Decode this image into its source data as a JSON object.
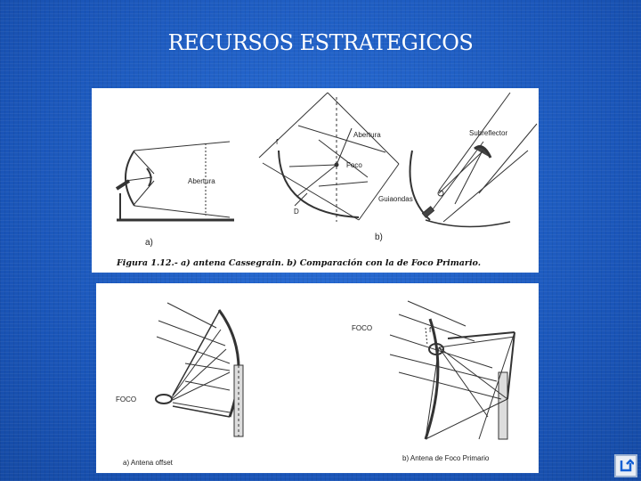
{
  "slide": {
    "title": "RECURSOS ESTRATEGICOS"
  },
  "figure_top": {
    "labels": {
      "abertura_left": "Abertura",
      "abertura_right": "Abertura",
      "foco": "Foco",
      "f": "f",
      "d": "D",
      "subreflector": "Subreflector",
      "guiaondas": "Guiaondas",
      "part_a": "a)",
      "part_b": "b)"
    },
    "caption": "Figura 1.12.- a) antena Cassegrain. b) Comparación con la de Foco Primario."
  },
  "figure_bottom": {
    "labels": {
      "foco_left": "FOCO",
      "foco_right": "FOCO",
      "f": "f",
      "caption_a": "a)  Antena offset",
      "caption_b": "b)  Antena de Foco Primario"
    }
  },
  "navigation": {
    "return_icon": "return-arrow-icon",
    "colors": {
      "background": "#1f5fc8",
      "accent": "#1560d4"
    }
  }
}
